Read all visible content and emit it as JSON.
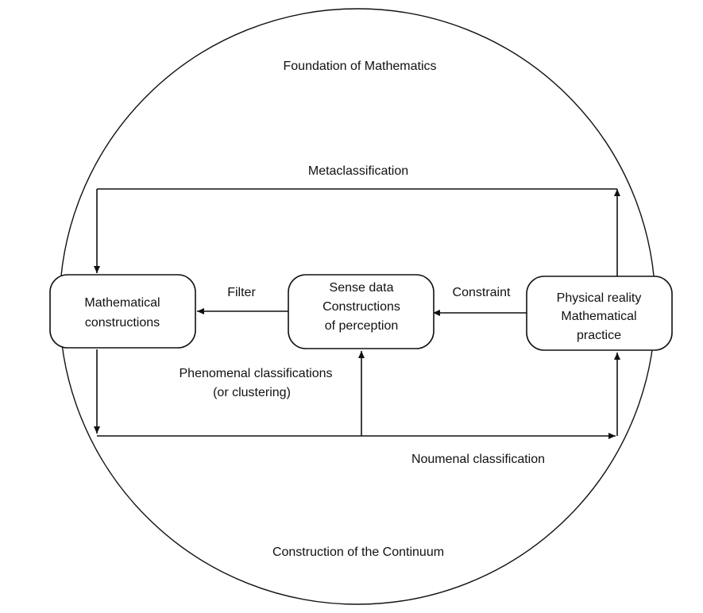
{
  "title": "Foundation of Mathematics",
  "footer": "Construction of the Continuum",
  "nodes": {
    "math_constructions": {
      "lines": [
        "Mathematical",
        "constructions"
      ]
    },
    "sense_data": {
      "lines": [
        "Sense data",
        "Constructions",
        "of perception"
      ]
    },
    "physical_reality": {
      "lines": [
        "Physical reality",
        "Mathematical",
        "practice"
      ]
    }
  },
  "edges": {
    "metaclassification": "Metaclassification",
    "filter": "Filter",
    "constraint": "Constraint",
    "phenomenal": [
      "Phenomenal classifications",
      "(or clustering)"
    ],
    "noumenal": "Noumenal classification"
  }
}
